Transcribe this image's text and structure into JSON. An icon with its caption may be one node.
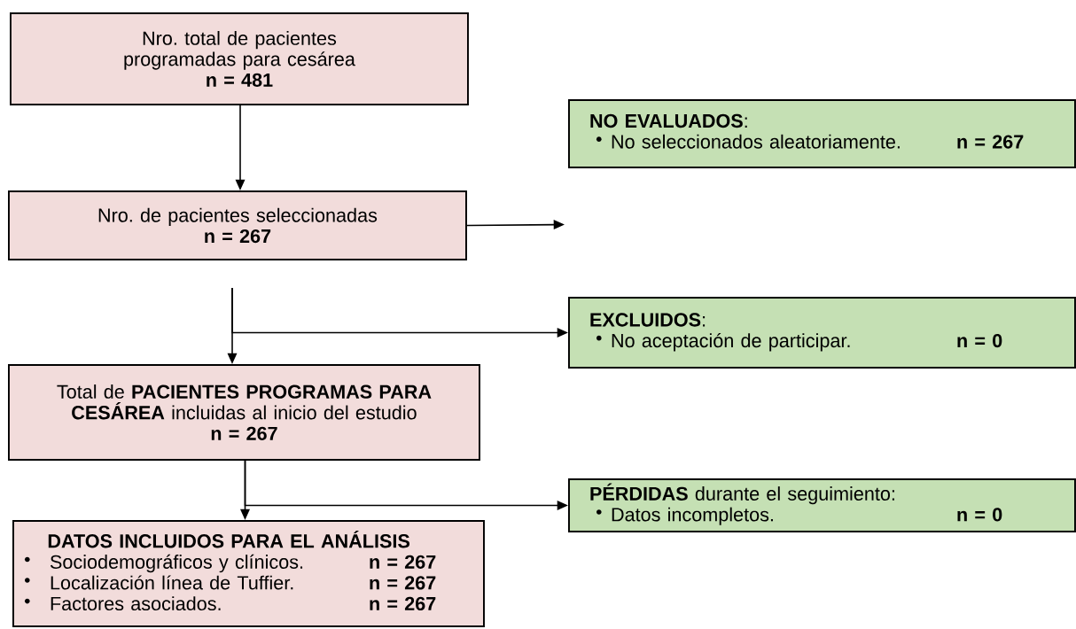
{
  "diagram": {
    "nodes": [
      {
        "text": [
          "Nro. total de pacientes programadas para cesárea",
          "n = 481"
        ]
      },
      {
        "text": [
          "**NO EVALUADOS**:",
          "No seleccionados aleatoriamente.",
          "n = 267"
        ]
      },
      {
        "text": [
          "Nro. de pacientes seleccionadas",
          "n = 267"
        ]
      },
      {
        "text": [
          "**EXCLUIDOS**:",
          "No aceptación de participar.",
          "n = 0"
        ]
      },
      {
        "text": [
          "Total de **PACIENTES PROGRAMAS PARA CESÁREA** incluidas al inicio del estudio",
          "n = 267"
        ]
      },
      {
        "text": [
          "**PÉRDIDAS** durante el seguimiento:",
          "Datos incompletos.",
          "n = 0"
        ]
      },
      {
        "text": [
          "DATOS INCLUIDOS PARA EL ANÁLISIS",
          "Sociodemográficos y clínicos.",
          "n = 267",
          "Localización línea de Tuffier.",
          "n = 267",
          "Factores asociados.",
          "n = 267"
        ]
      }
    ],
    "edges": [
      {
        "from": 0,
        "to": 2,
        "arrow": "to"
      },
      {
        "from": 2,
        "to": null,
        "arrow": "to"
      },
      {
        "from": null,
        "to": 4,
        "arrow": "to"
      },
      {
        "from": null,
        "to": 3,
        "arrow": "to"
      },
      {
        "from": 4,
        "to": 6,
        "arrow": "to"
      },
      {
        "from": 4,
        "to": 5,
        "arrow": "to"
      }
    ]
  }
}
